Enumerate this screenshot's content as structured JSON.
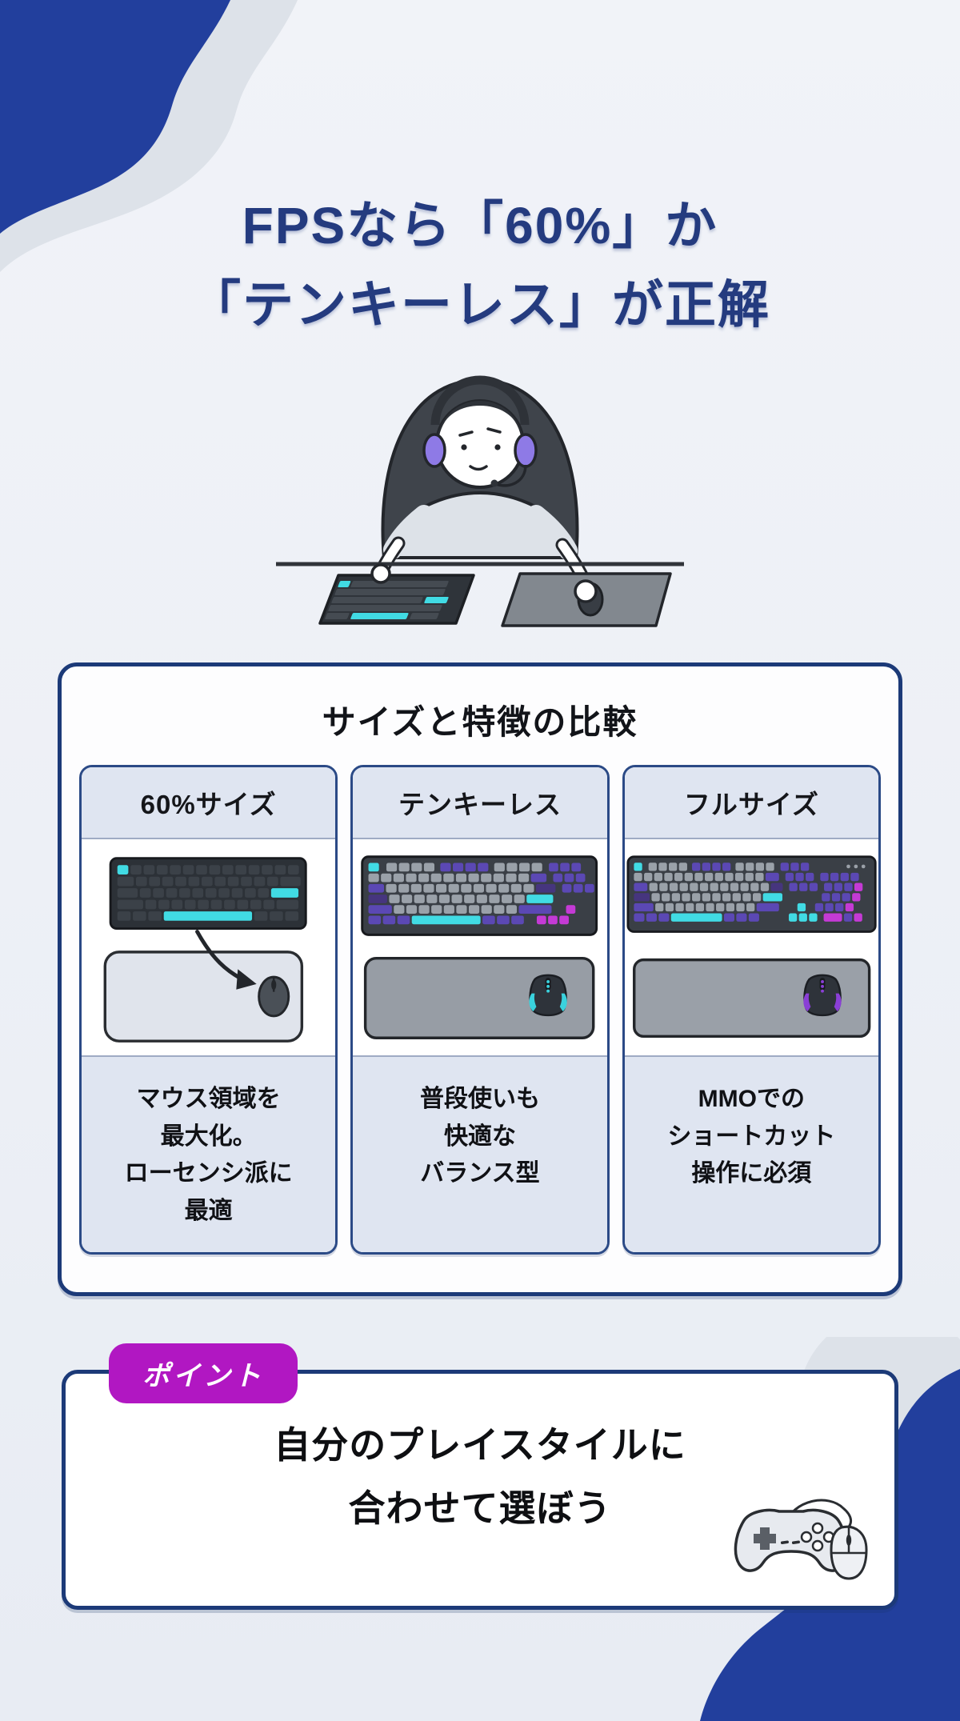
{
  "page": {
    "title_line1": "FPSなら「60%」か",
    "title_line2": "「テンキーレス」が正解"
  },
  "comparison": {
    "title": "サイズと特徴の比較",
    "columns": [
      {
        "header": "60%サイズ",
        "description": "マウス領域を\n最大化。\nローセンシ派に\n最適"
      },
      {
        "header": "テンキーレス",
        "description": "普段使いも\n快適な\nバランス型"
      },
      {
        "header": "フルサイズ",
        "description": "MMOでの\nショートカット\n操作に必須"
      }
    ]
  },
  "point": {
    "badge_label": "ポイント",
    "text_line1": "自分のプレイスタイルに",
    "text_line2": "合わせて選ぼう",
    "icons": [
      "gamepad-icon",
      "mouse-icon"
    ]
  },
  "colors": {
    "navy_blob": "#223f9d",
    "gray_blob": "#dde2e9",
    "title_navy": "#243b7f",
    "panel_border": "#1c3a78",
    "card_border": "#2b4a86",
    "card_section_bg": "#dfe5f1",
    "badge_magenta": "#b117c2",
    "key_teal": "#41dbe4",
    "key_purple": "#5b48b4",
    "key_purple_dark": "#46357e",
    "key_magenta": "#c43ad5",
    "key_gray": "#9aa1a9",
    "key_dark": "#3b4148",
    "kb_bg_dark": "#2c3137",
    "kb_bg_mid": "#3a3f46"
  }
}
